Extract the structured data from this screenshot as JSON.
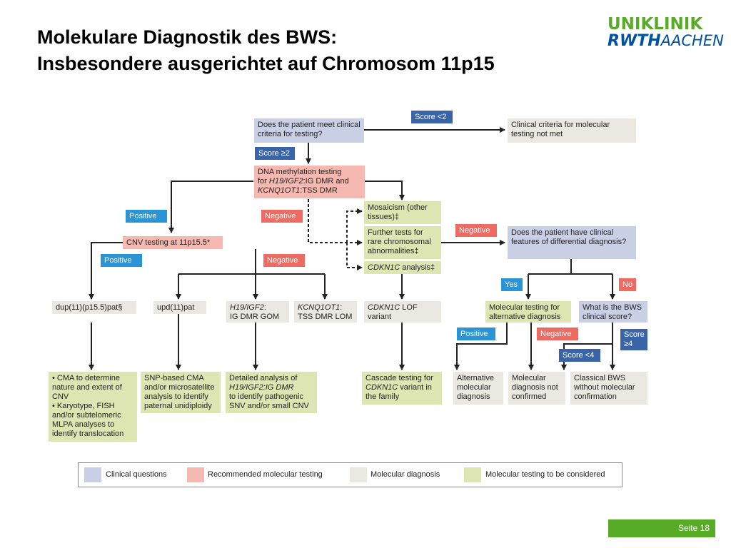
{
  "slide": {
    "title_line1": "Molekulare Diagnostik des BWS:",
    "title_line2": "Insbesondere ausgerichtet auf Chromosom 11p15",
    "page_label": "Seite 18"
  },
  "logo": {
    "line1": "UNIKLINIK",
    "line2a": "RWTH",
    "line2b": "AACHEN"
  },
  "colors": {
    "clinical_questions": "#c9d0e6",
    "recommended_testing": "#f6b9b1",
    "molecular_diagnosis": "#ebe8e1",
    "to_be_considered": "#dde6b3",
    "positive_tag": "#2a94d6",
    "negative_tag": "#ee6b63",
    "score_tag": "#3a64a8",
    "brand_green": "#57ab27"
  },
  "nodes": {
    "meet_criteria": "Does the patient meet clinical criteria for testing?",
    "criteria_not_met": "Clinical criteria for molecular testing not met",
    "methylation_l1": "DNA methylation testing",
    "methylation_l2a": "for ",
    "methylation_l2i": "H19/IGF2",
    "methylation_l2b": ":IG DMR and",
    "methylation_l3i": "KCNQ1OT1",
    "methylation_l3b": ":TSS DMR",
    "mosaicism": "Mosaicism (other tissues)‡",
    "further_tests": "Further tests for rare chromosomal abnormalities‡",
    "cdkn1c_i": "CDKN1C",
    "cdkn1c_b": " analysis‡",
    "differential": "Does the patient have clinical features of differential diagnosis?",
    "cnv": "CNV testing at 11p15.5*",
    "dup": "dup(11)(p15.5)pat§",
    "upd": "upd(11)pat",
    "h19_i": "H19/IGF2",
    "h19_b1": ":",
    "h19_b2": "IG DMR GOM",
    "kcnq_i": "KCNQ1OT1",
    "kcnq_b1": ":",
    "kcnq_b2": "TSS DMR LOM",
    "cdkn1c_lof_i": "CDKN1C",
    "cdkn1c_lof_b": " LOF variant",
    "alt_testing": "Molecular testing for alternative diagnosis",
    "bws_score": "What is the BWS clinical score?",
    "cma_bullet1": "• CMA to determine nature and extent of CNV",
    "cma_bullet2": "• Karyotype, FISH and/or subtelomeric MLPA analyses to identify translocation",
    "snp": "SNP-based CMA and/or microsatellite analysis to identify paternal unidiploidy",
    "detailed_l1": "Detailed analysis of",
    "detailed_l2i": "H19/IGF2",
    "detailed_l2b": ":IG DMR",
    "detailed_l3": "to identify pathogenic SNV and/or small CNV",
    "cascade_l1": "Cascade testing for",
    "cascade_l2i": "CDKN1C",
    "cascade_l2b": " variant in",
    "cascade_l3": "the family",
    "alternative": "Alternative molecular diagnosis",
    "not_confirmed": "Molecular diagnosis not confirmed",
    "classical": "Classical BWS without molecular confirmation"
  },
  "tags": {
    "score_lt2": "Score <2",
    "score_ge2": "Score ≥2",
    "positive": "Positive",
    "negative": "Negative",
    "yes": "Yes",
    "no": "No",
    "score_ge4": "Score ≥4",
    "score_lt4": "Score <4"
  },
  "legend": {
    "clinical_questions": "Clinical questions",
    "recommended": "Recommended molecular testing",
    "diagnosis": "Molecular diagnosis",
    "considered": "Molecular testing to be considered"
  }
}
